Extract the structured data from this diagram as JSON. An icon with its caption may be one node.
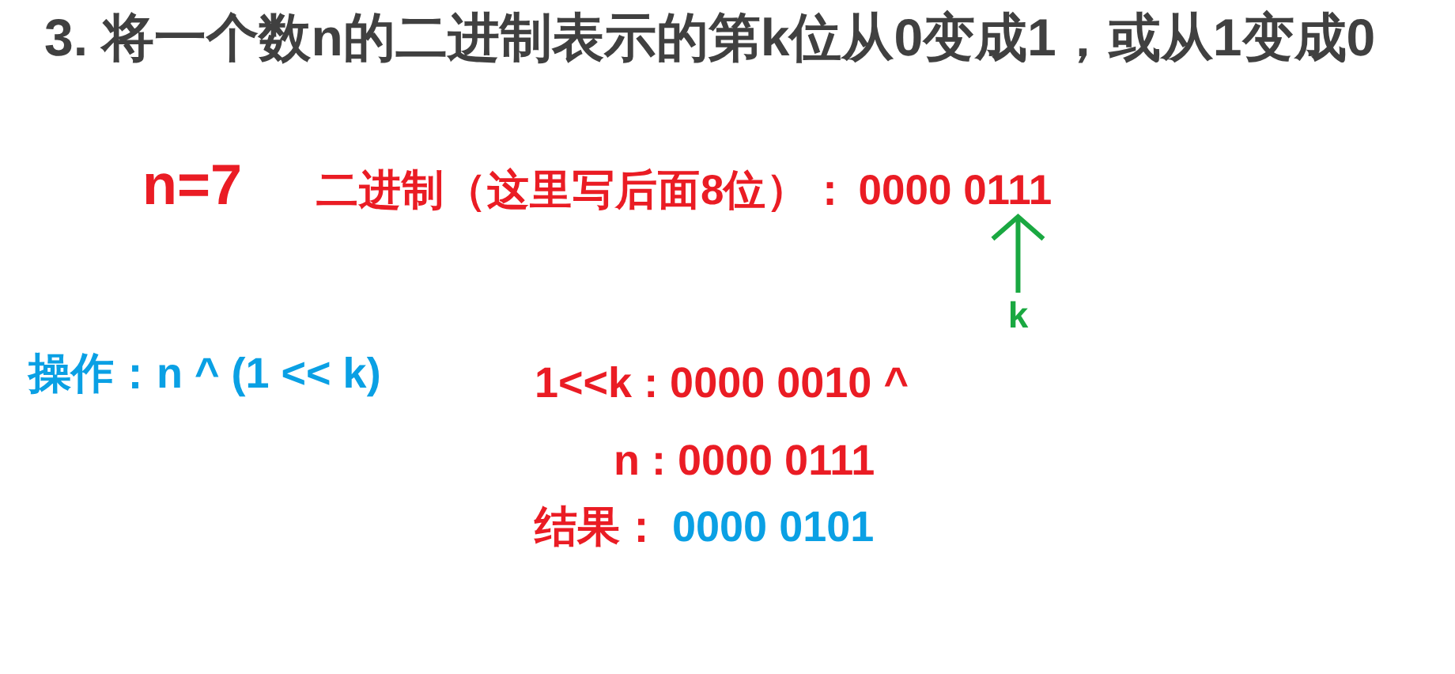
{
  "diagram": {
    "title": "3. 将一个数n的二进制表示的第k位从0变成1，或从1变成0",
    "nodes": [
      {
        "text": [
          "0000 0111"
        ]
      },
      {
        "text": [
          "k"
        ]
      }
    ],
    "edges": [
      {
        "from": 1,
        "to": 0,
        "arrow": "to"
      }
    ],
    "labels": [
      "n=7",
      "二进制（这里写后面8位）：",
      "操作：n ^ (1 << k)",
      "1<<k : 0000 0010 ^",
      "n : 0000 0111",
      "结果：",
      "0000 0101"
    ]
  }
}
